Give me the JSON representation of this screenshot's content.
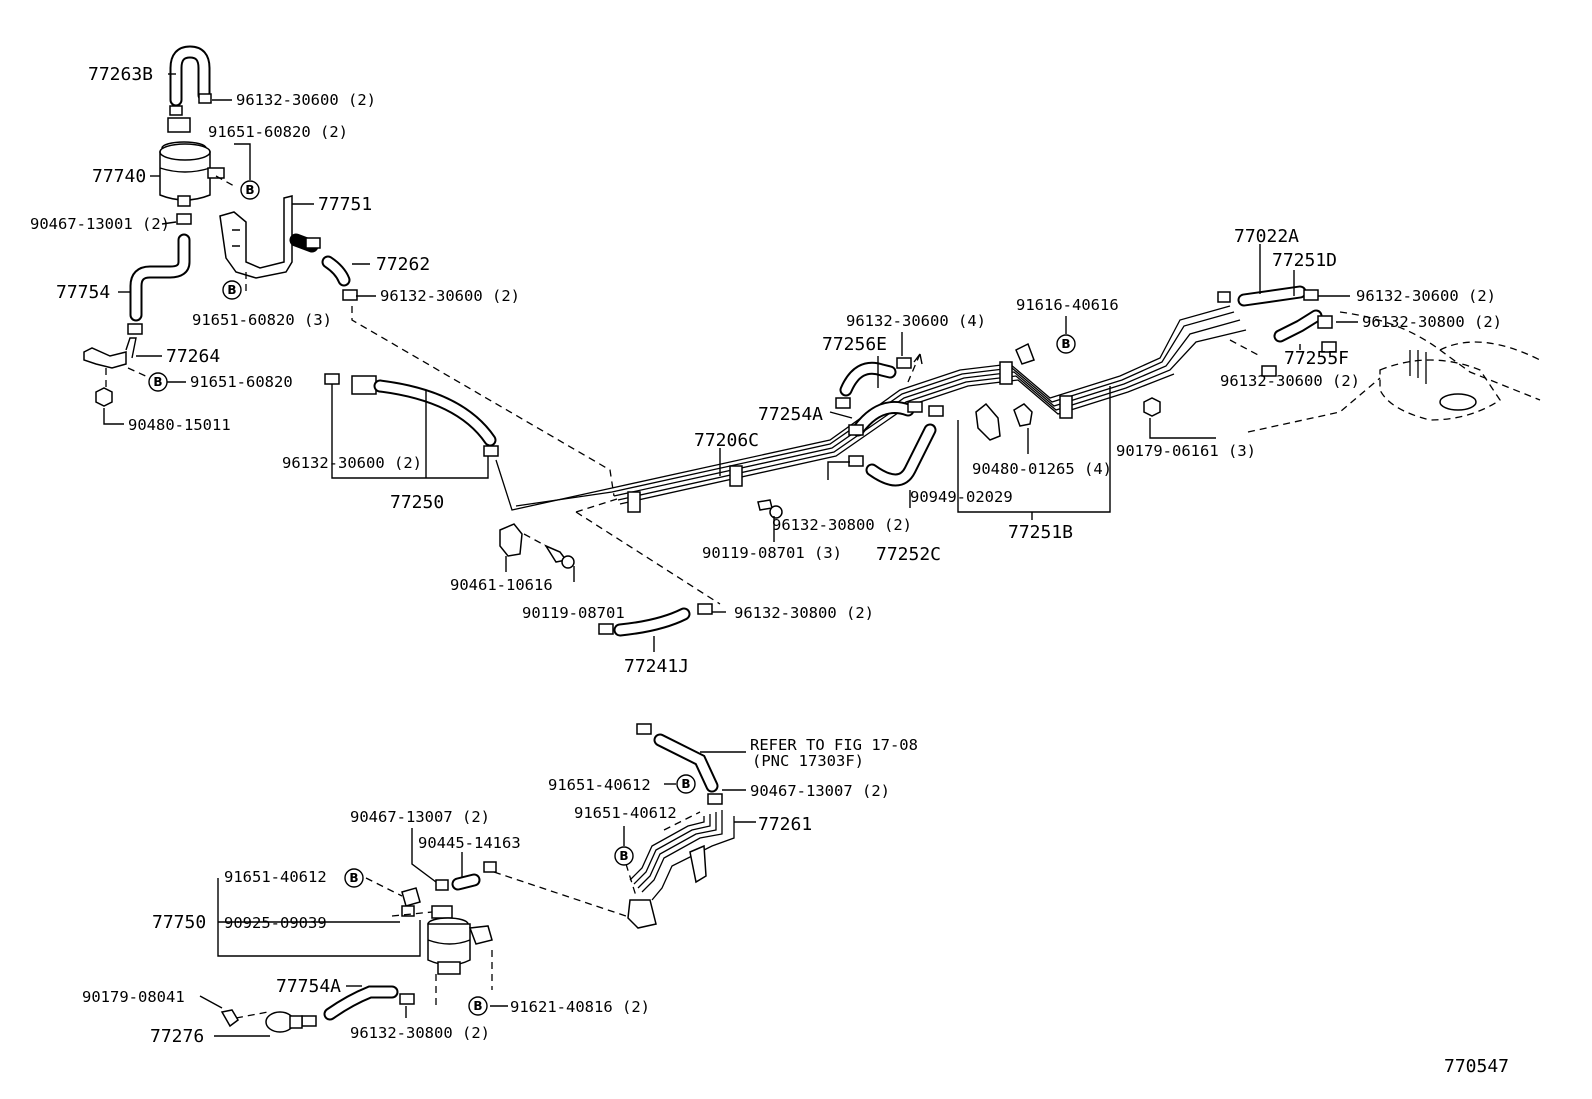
{
  "diagram": {
    "figure_id": "770547",
    "bolt_symbol": "B",
    "labels": {
      "p77263B": "77263B",
      "p96132_30600_2_a": "96132-30600 (2)",
      "p91651_60820_2": "91651-60820 (2)",
      "p77740": "77740",
      "p90467_13001_2": "90467-13001 (2)",
      "p77751": "77751",
      "p77262": "77262",
      "p77754": "77754",
      "p96132_30600_2_b": "96132-30600 (2)",
      "p91651_60820_3": "91651-60820 (3)",
      "p77264": "77264",
      "p91651_60820": "91651-60820",
      "p90480_15011": "90480-15011",
      "p96132_30600_2_c": "96132-30600 (2)",
      "p77250": "77250",
      "p77206C": "77206C",
      "p96132_30600_4": "96132-30600 (4)",
      "p77256E": "77256E",
      "p77254A": "77254A",
      "p96132_30800_2_a": "96132-30800 (2)",
      "p90119_08701_3": "90119-08701 (3)",
      "p77252C": "77252C",
      "p90461_10616": "90461-10616",
      "p90119_08701": "90119-08701",
      "p96132_30800_2_b": "96132-30800 (2)",
      "p77241J": "77241J",
      "p91616_40616": "91616-40616",
      "p90480_01265_4": "90480-01265 (4)",
      "p90949_02029": "90949-02029",
      "p77251B": "77251B",
      "p90179_06161_3": "90179-06161 (3)",
      "p77022A": "77022A",
      "p77251D": "77251D",
      "p96132_30600_2_d": "96132-30600 (2)",
      "p96132_30800_2_c": "96132-30800 (2)",
      "p77255F": "77255F",
      "p96132_30600_2_e": "96132-30600 (2)",
      "refer_1": "REFER TO FIG 17-08",
      "refer_2": "(PNC 17303F)",
      "p91651_40612_a": "91651-40612",
      "p90467_13007_2_a": "90467-13007 (2)",
      "p91651_40612_b": "91651-40612",
      "p77261": "77261",
      "p90467_13007_2_b": "90467-13007 (2)",
      "p90445_14163": "90445-14163",
      "p91651_40612_c": "91651-40612",
      "p77750": "77750",
      "p90925_09039": "90925-09039",
      "p77754A": "77754A",
      "p90179_08041": "90179-08041",
      "p91621_40816_2": "91621-40816 (2)",
      "p77276": "77276",
      "p96132_30800_2_d": "96132-30800 (2)"
    }
  }
}
